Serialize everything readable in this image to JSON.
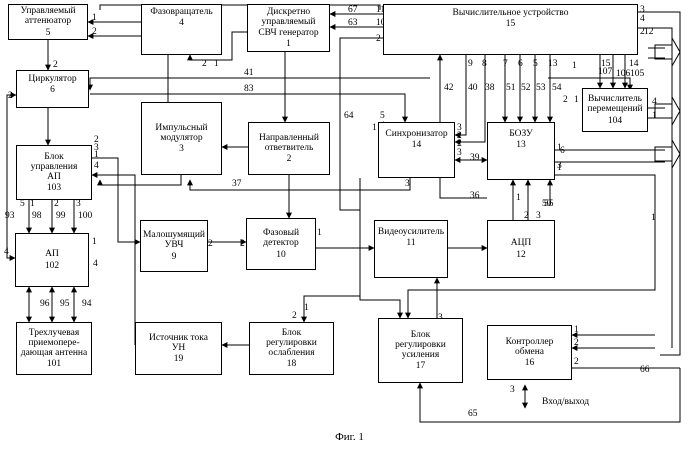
{
  "blocks": {
    "b5": {
      "title": "Управляемый\nаттенюатор",
      "num": "5"
    },
    "b4": {
      "title": "Фазовращатель",
      "num": "4"
    },
    "b1": {
      "title": "Дискретно\nуправляемый\nСВЧ генератор",
      "num": "1"
    },
    "b15": {
      "title": "Вычислительное устройство",
      "num": "15"
    },
    "b6": {
      "title": "Циркулятор",
      "num": "6"
    },
    "b3": {
      "title": "Импульсный\nмодулятор",
      "num": "3"
    },
    "b2": {
      "title": "Направленный\nответвитель",
      "num": "2"
    },
    "b14": {
      "title": "Синхронизатор",
      "num": "14"
    },
    "b13": {
      "title": "БОЗУ",
      "num": "13"
    },
    "b104": {
      "title": "Вычислитель\nперемещений",
      "num": "104"
    },
    "b103": {
      "title": "Блок\nуправления\nАП",
      "num": "103"
    },
    "b102": {
      "title": "АП",
      "num": "102"
    },
    "b9": {
      "title": "Малошумящий\nУВЧ",
      "num": "9"
    },
    "b10": {
      "title": "Фазовый\nдетектор",
      "num": "10"
    },
    "b11": {
      "title": "Видеоусилитель",
      "num": "11"
    },
    "b12": {
      "title": "АЦП",
      "num": "12"
    },
    "b101": {
      "title": "Трехлучевая\nприемопере-\nдающая антенна",
      "num": "101"
    },
    "b19": {
      "title": "Источник тока\nУН",
      "num": "19"
    },
    "b18": {
      "title": "Блок\nрегулировки\nослабления",
      "num": "18"
    },
    "b17": {
      "title": "Блок\nрегулировки\nусиления",
      "num": "17"
    },
    "b16": {
      "title": "Контроллер\nобмена",
      "num": "16"
    }
  },
  "labels": [
    {
      "t": "1"
    },
    {
      "t": "2"
    },
    {
      "t": "1"
    },
    {
      "t": "2"
    },
    {
      "t": "1"
    },
    {
      "t": "2"
    },
    {
      "t": "67"
    },
    {
      "t": "63"
    },
    {
      "t": "11"
    },
    {
      "t": "10"
    },
    {
      "t": "2"
    },
    {
      "t": "3"
    },
    {
      "t": "4"
    },
    {
      "t": "2"
    },
    {
      "t": "12"
    },
    {
      "t": "9"
    },
    {
      "t": "8"
    },
    {
      "t": "7"
    },
    {
      "t": "6"
    },
    {
      "t": "5"
    },
    {
      "t": "13"
    },
    {
      "t": "15"
    },
    {
      "t": "107"
    },
    {
      "t": "14"
    },
    {
      "t": "106"
    },
    {
      "t": "105"
    },
    {
      "t": "1"
    },
    {
      "t": "41"
    },
    {
      "t": "83"
    },
    {
      "t": "2"
    },
    {
      "t": "2"
    },
    {
      "t": "64"
    },
    {
      "t": "42"
    },
    {
      "t": "40"
    },
    {
      "t": "38"
    },
    {
      "t": "51"
    },
    {
      "t": "52"
    },
    {
      "t": "53"
    },
    {
      "t": "54"
    },
    {
      "t": "2"
    },
    {
      "t": "4"
    },
    {
      "t": "1"
    },
    {
      "t": "1"
    },
    {
      "t": "1"
    },
    {
      "t": "5"
    },
    {
      "t": "4"
    },
    {
      "t": "3"
    },
    {
      "t": "2"
    },
    {
      "t": "2"
    },
    {
      "t": "3"
    },
    {
      "t": "2"
    },
    {
      "t": "1"
    },
    {
      "t": "1"
    },
    {
      "t": "39"
    },
    {
      "t": "3"
    },
    {
      "t": "1"
    },
    {
      "t": "1"
    },
    {
      "t": "6"
    },
    {
      "t": "37"
    },
    {
      "t": "36"
    },
    {
      "t": "2"
    },
    {
      "t": "3"
    },
    {
      "t": "1"
    },
    {
      "t": "2"
    },
    {
      "t": "3"
    },
    {
      "t": "4"
    },
    {
      "t": "93"
    },
    {
      "t": "98"
    },
    {
      "t": "99"
    },
    {
      "t": "100"
    },
    {
      "t": "1"
    },
    {
      "t": "5"
    },
    {
      "t": "2"
    },
    {
      "t": "3"
    },
    {
      "t": "4"
    },
    {
      "t": "4"
    },
    {
      "t": "50"
    },
    {
      "t": "1"
    },
    {
      "t": "2"
    },
    {
      "t": "3"
    },
    {
      "t": "55"
    },
    {
      "t": "1"
    },
    {
      "t": "1"
    },
    {
      "t": "1"
    },
    {
      "t": "2"
    },
    {
      "t": "1"
    },
    {
      "t": "2"
    },
    {
      "t": "96"
    },
    {
      "t": "95"
    },
    {
      "t": "94"
    },
    {
      "t": "1"
    },
    {
      "t": "2"
    },
    {
      "t": "1"
    },
    {
      "t": "2"
    },
    {
      "t": "2"
    },
    {
      "t": "1"
    },
    {
      "t": "2"
    },
    {
      "t": "3"
    },
    {
      "t": "66"
    },
    {
      "t": "65"
    },
    {
      "t": "3"
    },
    {
      "t": "Вход/выход"
    }
  ],
  "caption": "Фиг. 1"
}
